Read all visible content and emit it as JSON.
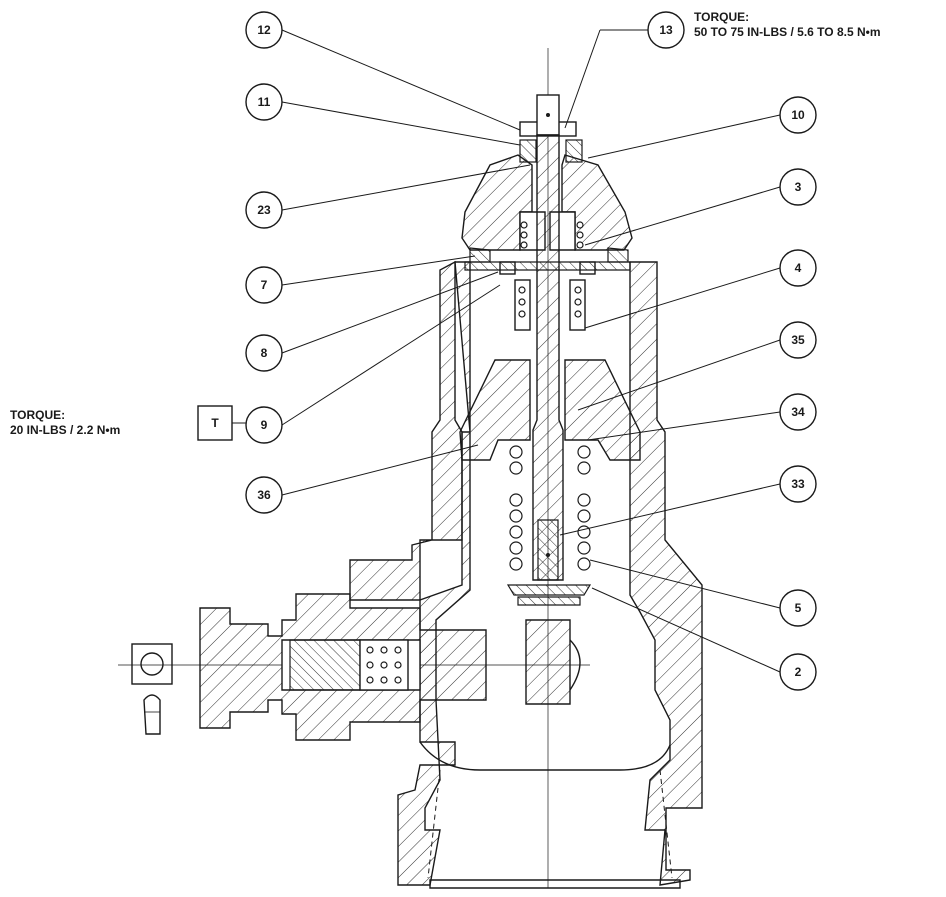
{
  "torque_top": {
    "label": "TORQUE:",
    "value": "50 TO 75 IN-LBS / 5.6 TO 8.5 N•m"
  },
  "torque_left": {
    "label": "TORQUE:",
    "value": "20 IN-LBS / 2.2 N•m"
  },
  "torque_box": "T",
  "callouts": {
    "c12": "12",
    "c13": "13",
    "c11": "11",
    "c10": "10",
    "c23": "23",
    "c3": "3",
    "c7": "7",
    "c4": "4",
    "c8": "8",
    "c35": "35",
    "c9": "9",
    "c34": "34",
    "c36": "36",
    "c33": "33",
    "c5": "5",
    "c2": "2"
  }
}
